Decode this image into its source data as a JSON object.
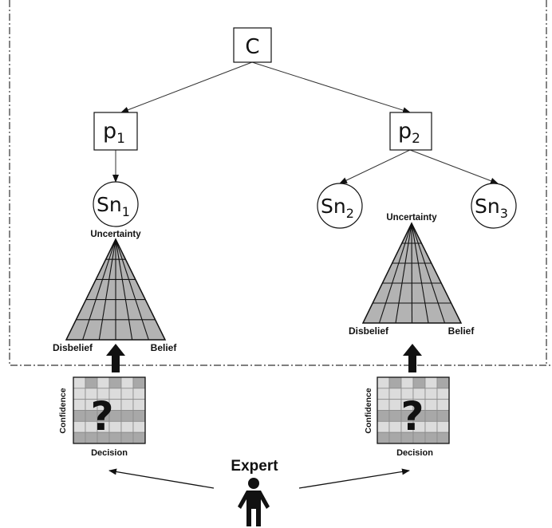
{
  "nodes": {
    "root": {
      "text": "C"
    },
    "p1": {
      "base": "p",
      "sub": "1"
    },
    "p2": {
      "base": "p",
      "sub": "2"
    },
    "sn1": {
      "base": "Sn",
      "sub": "1"
    },
    "sn2": {
      "base": "Sn",
      "sub": "2"
    },
    "sn3": {
      "base": "Sn",
      "sub": "3"
    }
  },
  "triangles": {
    "left": {
      "top": "Uncertainty",
      "left": "Disbelief",
      "right": "Belief"
    },
    "right": {
      "top": "Uncertainty",
      "left": "Disbelief",
      "right": "Belief"
    }
  },
  "grids": {
    "left": {
      "symbol": "?",
      "y_label": "Confidence",
      "x_label": "Decision"
    },
    "right": {
      "symbol": "?",
      "y_label": "Confidence",
      "x_label": "Decision"
    }
  },
  "expert": {
    "label": "Expert",
    "icon": "person-icon"
  },
  "colors": {
    "stroke": "#111111",
    "dashed_border": "#333333",
    "triangle_fill": "#b3b3b3",
    "grid_light": "#dcdcdc",
    "grid_dark": "#a8a8a8"
  }
}
